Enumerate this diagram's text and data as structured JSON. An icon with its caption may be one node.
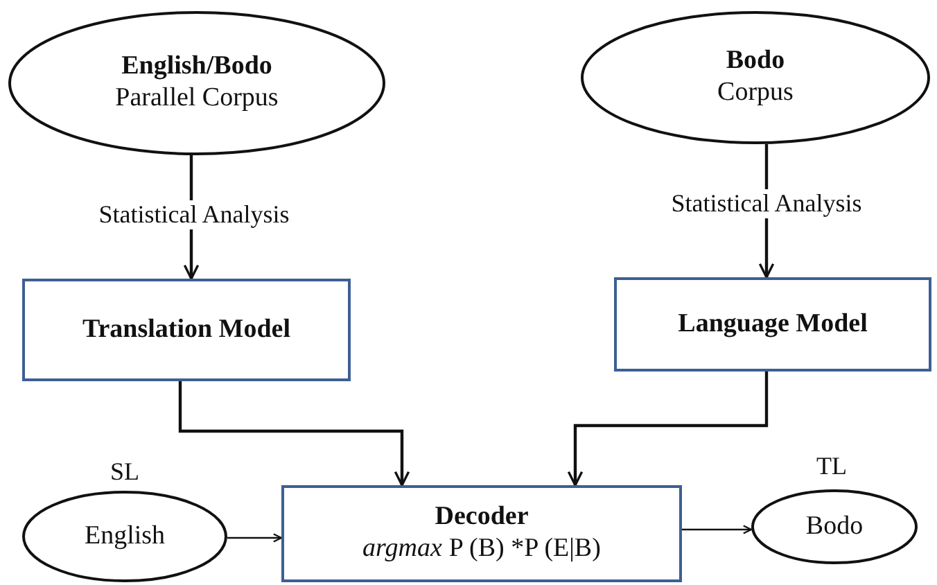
{
  "diagram": {
    "nodes": [
      {
        "text": [
          "English/Bodo",
          "Parallel Corpus"
        ]
      },
      {
        "text": [
          "Bodo",
          "Corpus"
        ]
      },
      {
        "text": [
          "Translation Model"
        ]
      },
      {
        "text": [
          "Language Model"
        ]
      },
      {
        "text": [
          "English"
        ],
        "beside": [
          "SL"
        ]
      },
      {
        "text": [
          "Decoder",
          "argmax",
          "P (B) *P (E|B)"
        ]
      },
      {
        "text": [
          "Bodo"
        ],
        "beside": [
          "TL"
        ]
      }
    ],
    "edges": [
      {
        "from": 0,
        "to": 2,
        "arrow": "to",
        "label": "Statistical Analysis"
      },
      {
        "from": 1,
        "to": 3,
        "arrow": "to",
        "label": "Statistical Analysis"
      },
      {
        "from": 2,
        "to": 5,
        "arrow": "to"
      },
      {
        "from": 3,
        "to": 5,
        "arrow": "to"
      },
      {
        "from": 4,
        "to": 5,
        "arrow": "to"
      },
      {
        "from": 5,
        "to": 6,
        "arrow": "to"
      }
    ]
  }
}
